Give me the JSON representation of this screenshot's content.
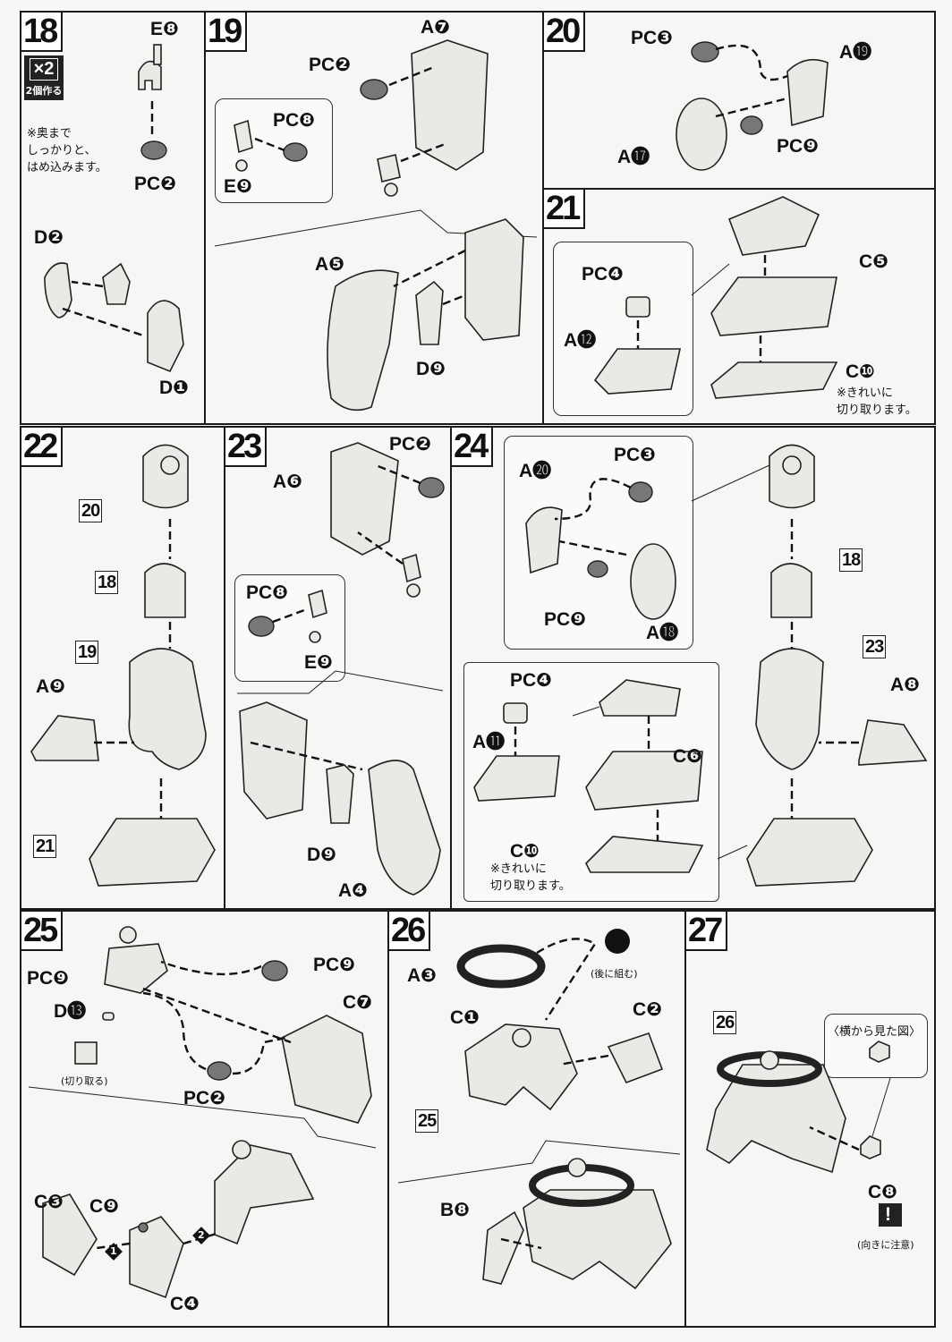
{
  "steps": {
    "s18": {
      "number": "18",
      "multiplier": "×2",
      "multiplier_note": "2個作る",
      "note": "※奥まで\nしっかりと、\nはめ込みます。",
      "labels": [
        "E❽",
        "PC❷",
        "D❷",
        "D❶"
      ]
    },
    "s19": {
      "number": "19",
      "labels": [
        "A❼",
        "PC❷",
        "PC❽",
        "E❾",
        "A❺",
        "D❾"
      ]
    },
    "s20": {
      "number": "20",
      "labels": [
        "PC❸",
        "A⓳",
        "A⓱",
        "PC❾"
      ]
    },
    "s21": {
      "number": "21",
      "labels": [
        "PC❹",
        "A⓬",
        "C❺",
        "C❿"
      ],
      "note": "※きれいに\n切り取ります。"
    },
    "s22": {
      "number": "22",
      "refs": [
        "20",
        "18",
        "19",
        "21"
      ],
      "labels": [
        "A❾"
      ]
    },
    "s23": {
      "number": "23",
      "labels": [
        "PC❷",
        "A❻",
        "PC❽",
        "E❾",
        "D❾",
        "A❹"
      ]
    },
    "s24": {
      "number": "24",
      "refs": [
        "18",
        "23"
      ],
      "labels": [
        "A⓴",
        "PC❸",
        "PC❾",
        "A⓲",
        "A❽",
        "PC❹",
        "A⓫",
        "C❻",
        "C❿"
      ],
      "note": "※きれいに\n切り取ります。"
    },
    "s25": {
      "number": "25",
      "labels": [
        "PC❾",
        "D⓭",
        "PC❾",
        "C❼",
        "PC❷",
        "C❸",
        "C❾",
        "C❹"
      ],
      "cut_note": "(切り取る)",
      "order": [
        "1",
        "2"
      ]
    },
    "s26": {
      "number": "26",
      "refs": [
        "25"
      ],
      "labels": [
        "A❸",
        "C❶",
        "C❷",
        "B❽"
      ],
      "later_note": "(後に組む)"
    },
    "s27": {
      "number": "27",
      "refs": [
        "26"
      ],
      "labels": [
        "C❽"
      ],
      "side_view": "〈横から見た図〉",
      "caution": "(向きに注意)",
      "caution_icon": "!"
    }
  }
}
